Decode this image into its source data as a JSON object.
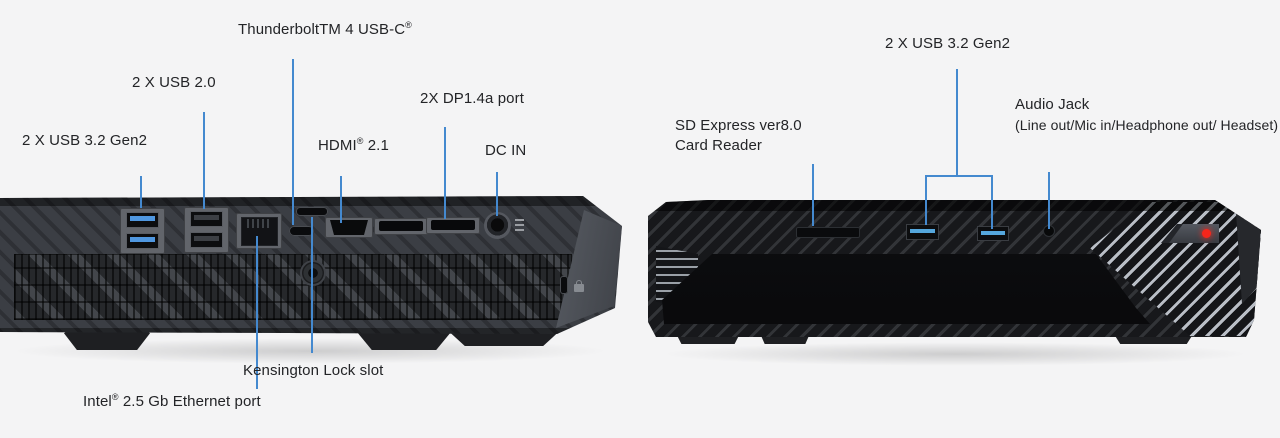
{
  "colors": {
    "background": "#f4f4f5",
    "callout_line": "#4489cf",
    "label_text": "#232427",
    "usb_port_blue": "#4f97e0",
    "power_led_red": "#f5261b"
  },
  "rear_view": {
    "labels": {
      "thunderbolt": {
        "text": "ThunderboltTM 4 USB-C",
        "reg": "®"
      },
      "usb20": "2 X USB 2.0",
      "usb32": "2 X USB 3.2 Gen2",
      "hdmi": {
        "text": "HDMI",
        "reg": "®",
        "suffix": " 2.1"
      },
      "dp": "2X DP1.4a port",
      "dcin": "DC IN",
      "kensington": "Kensington Lock slot",
      "ethernet": {
        "text": "Intel",
        "reg": "®",
        "suffix": " 2.5 Gb Ethernet port"
      }
    }
  },
  "front_view": {
    "labels": {
      "usb32": "2 X USB 3.2 Gen2",
      "sd_line1": "SD Express ver8.0",
      "sd_line2": "Card Reader",
      "audio_line1": "Audio Jack",
      "audio_line2": "(Line out/Mic in/Headphone out/ Headset)"
    }
  }
}
